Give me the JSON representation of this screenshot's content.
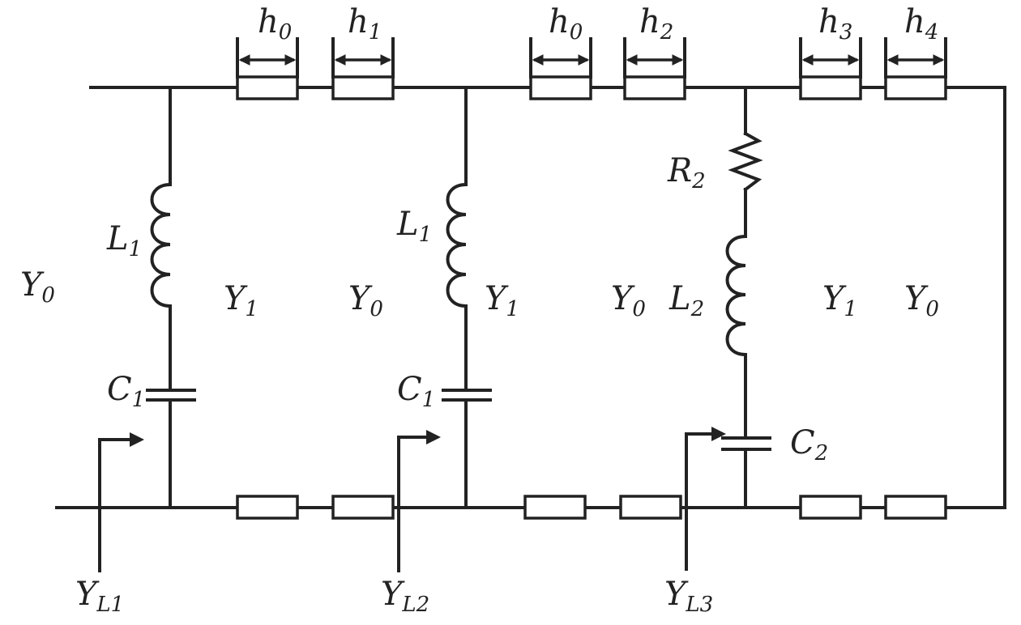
{
  "title": "",
  "symbols": {
    "h0_a": {
      "base": "h",
      "sub": "0"
    },
    "h1": {
      "base": "h",
      "sub": "1"
    },
    "h0_b": {
      "base": "h",
      "sub": "0"
    },
    "h2": {
      "base": "h",
      "sub": "2"
    },
    "h3": {
      "base": "h",
      "sub": "3"
    },
    "h4": {
      "base": "h",
      "sub": "4"
    },
    "Y0_left": {
      "base": "Y",
      "sub": "0"
    },
    "L1_a": {
      "base": "L",
      "sub": "1"
    },
    "Y1_a": {
      "base": "Y",
      "sub": "1"
    },
    "Y0_a": {
      "base": "Y",
      "sub": "0"
    },
    "L1_b": {
      "base": "L",
      "sub": "1"
    },
    "Y1_b": {
      "base": "Y",
      "sub": "1"
    },
    "Y0_b": {
      "base": "Y",
      "sub": "0"
    },
    "R2": {
      "base": "R",
      "sub": "2"
    },
    "L2": {
      "base": "L",
      "sub": "2"
    },
    "Y1_c": {
      "base": "Y",
      "sub": "1"
    },
    "Y0_c": {
      "base": "Y",
      "sub": "0"
    },
    "C1_a": {
      "base": "C",
      "sub": "1"
    },
    "C1_b": {
      "base": "C",
      "sub": "1"
    },
    "C2": {
      "base": "C",
      "sub": "2"
    },
    "YL1": {
      "base": "Y",
      "sub": "L1"
    },
    "YL2": {
      "base": "Y",
      "sub": "L2"
    },
    "YL3": {
      "base": "Y",
      "sub": "L3"
    }
  }
}
